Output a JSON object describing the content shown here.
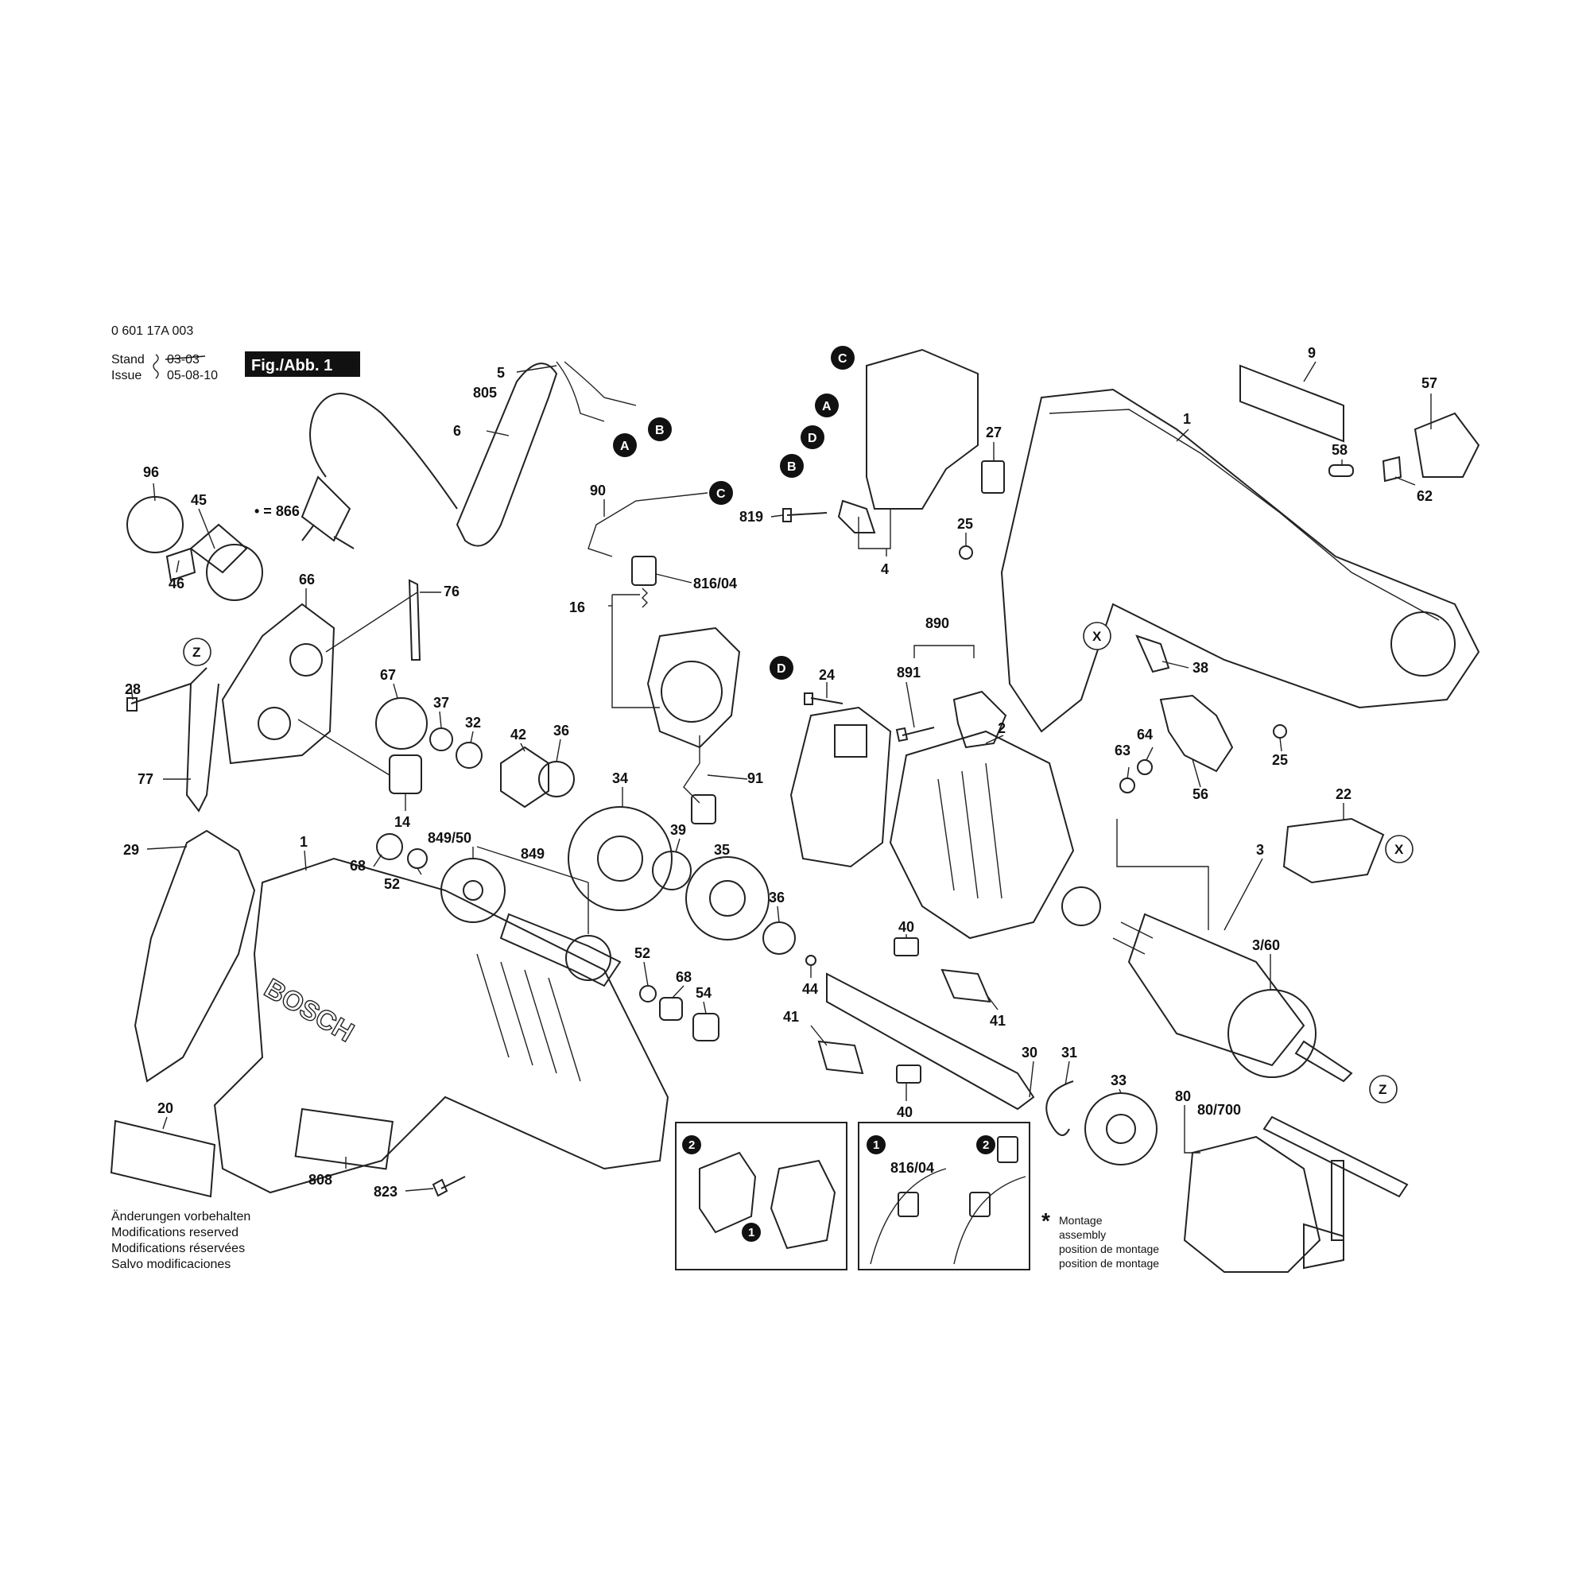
{
  "header": {
    "doc_number": "0 601 17A 003",
    "stand_label": "Stand",
    "stand_date": "03-03",
    "issue_label": "Issue",
    "issue_date": "05-08-10",
    "figure_tag": "Fig./Abb. 1"
  },
  "footer_notes": [
    "Änderungen vorbehalten",
    "Modifications reserved",
    "Modifications réservées",
    "Salvo modificaciones"
  ],
  "legend_dot": "• = 866",
  "brand_mark": "BOSCH",
  "assembly_note": {
    "marker": "*",
    "lines": [
      "Montage",
      "assembly",
      "position de montage",
      "position de montage"
    ]
  },
  "callouts": {
    "A": "A",
    "B": "B",
    "C": "C",
    "D": "D",
    "X": "X",
    "Z": "Z"
  },
  "inset_steps": {
    "one": "1",
    "two": "2",
    "inset_part": "816/04"
  },
  "part_labels": [
    "5",
    "805",
    "6",
    "96",
    "45",
    "46",
    "66",
    "76",
    "28",
    "77",
    "67",
    "37",
    "32",
    "42",
    "36",
    "14",
    "68",
    "52",
    "849/50",
    "849",
    "34",
    "39",
    "35",
    "36",
    "52",
    "68",
    "54",
    "44",
    "29",
    "1",
    "20",
    "808",
    "823",
    "90",
    "816/04",
    "16",
    "91",
    "24",
    "819",
    "4",
    "27",
    "25",
    "890",
    "891",
    "9",
    "1",
    "57",
    "58",
    "62",
    "38",
    "63",
    "64",
    "56",
    "25",
    "22",
    "2",
    "3",
    "3/60",
    "40",
    "41",
    "41",
    "40",
    "30",
    "31",
    "33",
    "80",
    "80/700"
  ]
}
